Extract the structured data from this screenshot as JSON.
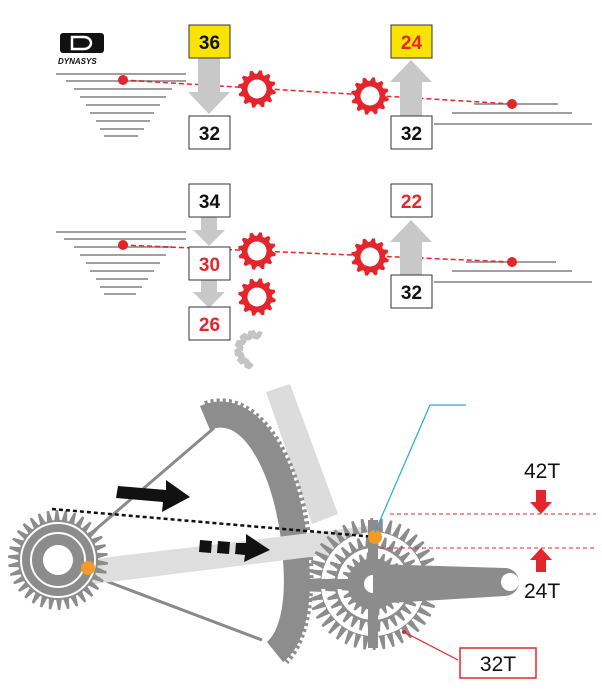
{
  "logo": {
    "text": "DYNASYS"
  },
  "diagram_top": {
    "rear_start_cog": "36",
    "rear_end_cog": "32",
    "front_start_ring": "24",
    "front_end_ring": "32"
  },
  "diagram_middle": {
    "rear_cog_a": "34",
    "rear_cog_b": "30",
    "rear_cog_c": "26",
    "front_ring_top": "22",
    "front_ring_bottom": "32"
  },
  "crank_labels": {
    "large_ring": "42T",
    "small_ring": "24T",
    "middle_ring": "32T"
  },
  "colors": {
    "red": "#e3262b",
    "yellow": "#f9e300",
    "gray": "#9e9e9e",
    "light_gray": "#d7d7d7",
    "dark_gray": "#8a8a8a",
    "orange": "#f39a2b",
    "cyan": "#2aa9d8"
  }
}
